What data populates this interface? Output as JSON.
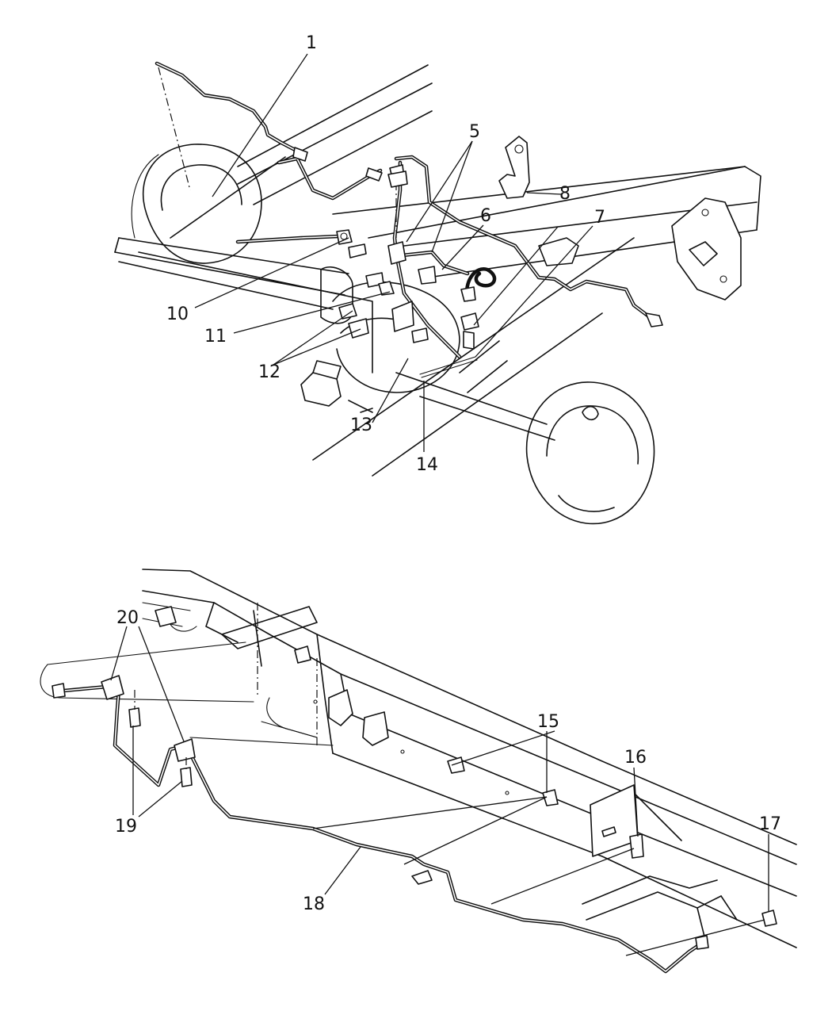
{
  "callouts": {
    "c1": "1",
    "c5": "5",
    "c6": "6",
    "c7": "7",
    "c8": "8",
    "c10": "10",
    "c11": "11",
    "c12": "12",
    "c13": "13",
    "c14": "14",
    "c15": "15",
    "c16": "16",
    "c17": "17",
    "c18": "18",
    "c19": "19",
    "c20": "20"
  }
}
